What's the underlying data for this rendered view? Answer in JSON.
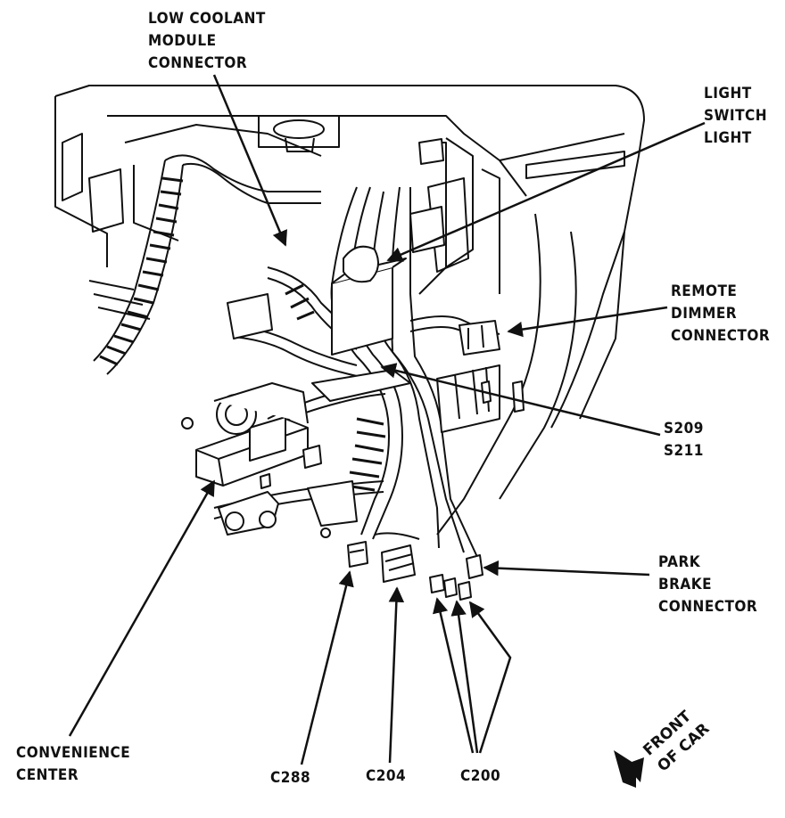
{
  "labels": {
    "low_coolant": [
      "LOW COOLANT",
      "MODULE",
      "CONNECTOR"
    ],
    "light_switch": [
      "LIGHT",
      "SWITCH",
      "LIGHT"
    ],
    "remote_dimmer": [
      "REMOTE",
      "DIMMER",
      "CONNECTOR"
    ],
    "s209_s211": [
      "S209",
      "S211"
    ],
    "park_brake": [
      "PARK",
      "BRAKE",
      "CONNECTOR"
    ],
    "convenience_center": [
      "CONVENIENCE",
      "CENTER"
    ],
    "c288": "C288",
    "c204": "C204",
    "c200": "C200",
    "front_of_car": [
      "FRONT",
      "OF CAR"
    ]
  },
  "colors": {
    "ink": "#111111",
    "paper": "#ffffff"
  }
}
